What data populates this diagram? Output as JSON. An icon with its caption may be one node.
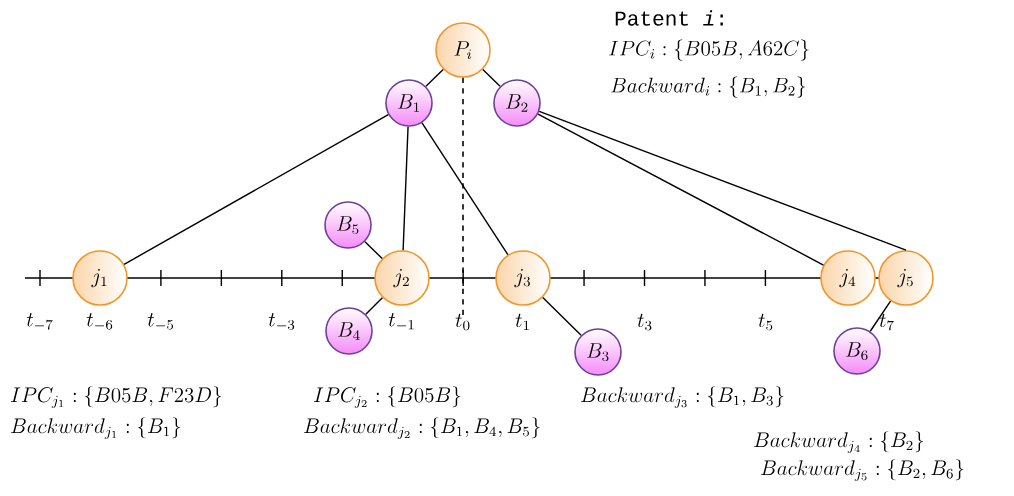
{
  "diagram": {
    "nodes": [
      {
        "text": [
          "P_i"
        ]
      },
      {
        "text": [
          "B_1"
        ]
      },
      {
        "text": [
          "B_2"
        ]
      },
      {
        "text": [
          "j_1"
        ]
      },
      {
        "text": [
          "B_5"
        ]
      },
      {
        "text": [
          "j_2"
        ]
      },
      {
        "text": [
          "B_4"
        ]
      },
      {
        "text": [
          "j_3"
        ]
      },
      {
        "text": [
          "B_3"
        ]
      },
      {
        "text": [
          "j_4"
        ]
      },
      {
        "text": [
          "j_5"
        ]
      },
      {
        "text": [
          "B_6"
        ]
      }
    ],
    "edges": [
      {
        "from": 0,
        "to": 1,
        "arrow": "none"
      },
      {
        "from": 0,
        "to": 2,
        "arrow": "none"
      },
      {
        "from": 1,
        "to": 3,
        "arrow": "none"
      },
      {
        "from": 1,
        "to": 5,
        "arrow": "none"
      },
      {
        "from": 1,
        "to": 7,
        "arrow": "none"
      },
      {
        "from": 2,
        "to": 9,
        "arrow": "none"
      },
      {
        "from": 2,
        "to": 10,
        "arrow": "none"
      },
      {
        "from": 4,
        "to": 5,
        "arrow": "none"
      },
      {
        "from": 6,
        "to": 5,
        "arrow": "none"
      },
      {
        "from": 7,
        "to": 8,
        "arrow": "none"
      },
      {
        "from": 10,
        "to": 11,
        "arrow": "none"
      }
    ],
    "labels": [
      "Patent *i*:",
      "IPC_i : \\{B05B, A62C\\}",
      "Backward_i : \\{B_1, B_2\\}",
      "t_{-7}",
      "t_{-6}",
      "t_{-5}",
      "t_{-3}",
      "t_{-1}",
      "t_0",
      "t_1",
      "t_3",
      "t_5",
      "t_7",
      "IPC_{j_1} : \\{B05B, F23D\\}",
      "IPC_{j_2} : \\{B05B\\}",
      "Backward_{j_3} : \\{B_1, B_3\\}",
      "Backward_{j_1} : \\{B_1\\}",
      "Backward_{j_2} : \\{B_1, B_4, B_5\\}",
      "Backward_{j_4} : \\{B_2\\}",
      "Backward_{j_5} : \\{B_2, B_6\\}"
    ]
  }
}
